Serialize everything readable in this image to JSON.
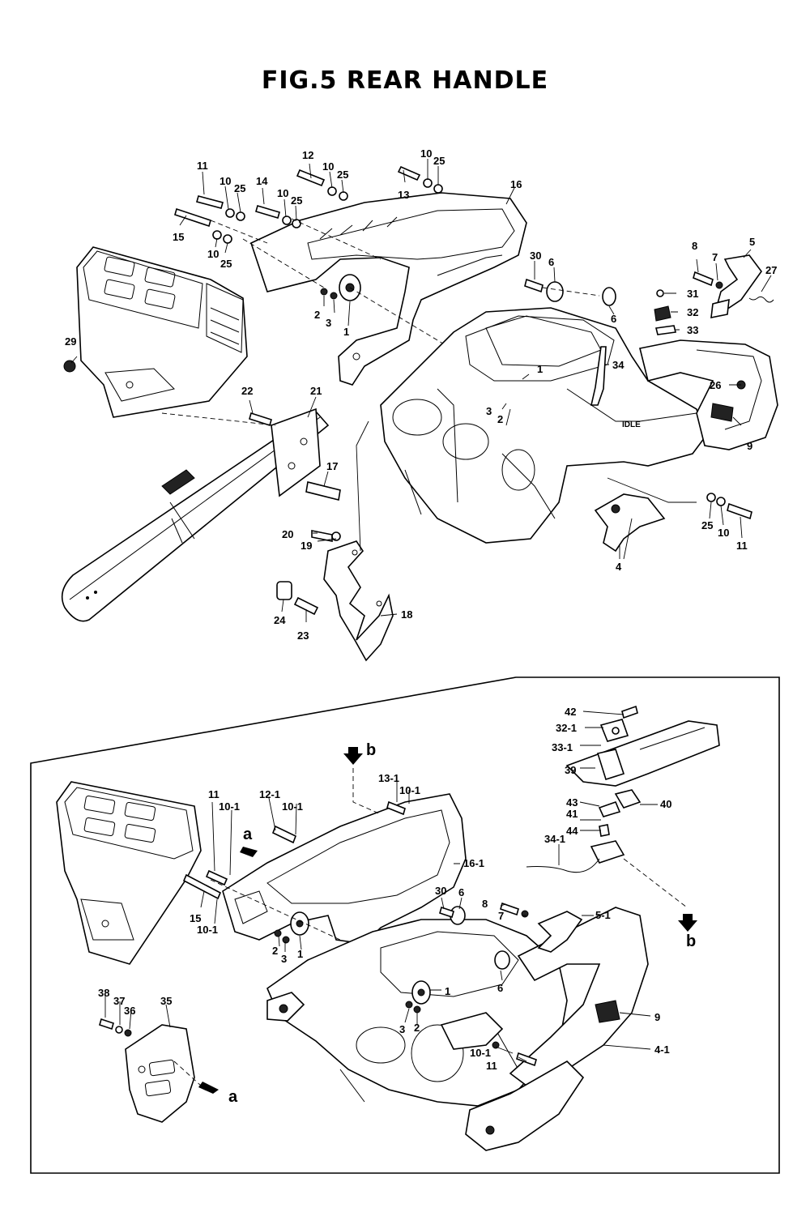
{
  "title": "FIG.5   REAR HANDLE",
  "top_callouts": [
    {
      "id": "t11a",
      "text": "11"
    },
    {
      "id": "t10a",
      "text": "10"
    },
    {
      "id": "t25a",
      "text": "25"
    },
    {
      "id": "t12",
      "text": "12"
    },
    {
      "id": "t10b",
      "text": "10"
    },
    {
      "id": "t25b",
      "text": "25"
    },
    {
      "id": "t14",
      "text": "14"
    },
    {
      "id": "t10c",
      "text": "10"
    },
    {
      "id": "t25c",
      "text": "25"
    },
    {
      "id": "t13",
      "text": "13"
    },
    {
      "id": "t10d",
      "text": "10"
    },
    {
      "id": "t25d",
      "text": "25"
    },
    {
      "id": "t16",
      "text": "16"
    },
    {
      "id": "t15",
      "text": "15"
    },
    {
      "id": "t10e",
      "text": "10"
    },
    {
      "id": "t25e",
      "text": "25"
    },
    {
      "id": "t2a",
      "text": "2"
    },
    {
      "id": "t3a",
      "text": "3"
    },
    {
      "id": "t1a",
      "text": "1"
    },
    {
      "id": "t30",
      "text": "30"
    },
    {
      "id": "t6a",
      "text": "6"
    },
    {
      "id": "t6b",
      "text": "6"
    },
    {
      "id": "t8",
      "text": "8"
    },
    {
      "id": "t7",
      "text": "7"
    },
    {
      "id": "t5",
      "text": "5"
    },
    {
      "id": "t27",
      "text": "27"
    },
    {
      "id": "t31",
      "text": "31"
    },
    {
      "id": "t32",
      "text": "32"
    },
    {
      "id": "t33",
      "text": "33"
    },
    {
      "id": "t34",
      "text": "34"
    },
    {
      "id": "t1b",
      "text": "1"
    },
    {
      "id": "t3b",
      "text": "3"
    },
    {
      "id": "t2b",
      "text": "2"
    },
    {
      "id": "t26",
      "text": "26"
    },
    {
      "id": "t9",
      "text": "9"
    },
    {
      "id": "t29",
      "text": "29"
    },
    {
      "id": "t22",
      "text": "22"
    },
    {
      "id": "t21",
      "text": "21"
    },
    {
      "id": "t17",
      "text": "17"
    },
    {
      "id": "t20",
      "text": "20"
    },
    {
      "id": "t19",
      "text": "19"
    },
    {
      "id": "t18",
      "text": "18"
    },
    {
      "id": "t24",
      "text": "24"
    },
    {
      "id": "t23",
      "text": "23"
    },
    {
      "id": "t4",
      "text": "4"
    },
    {
      "id": "t25f",
      "text": "25"
    },
    {
      "id": "t10f",
      "text": "10"
    },
    {
      "id": "t11b",
      "text": "11"
    }
  ],
  "bottom_callouts": [
    {
      "id": "b42",
      "text": "42"
    },
    {
      "id": "b321",
      "text": "32-1"
    },
    {
      "id": "b331",
      "text": "33-1"
    },
    {
      "id": "b39",
      "text": "39"
    },
    {
      "id": "b43",
      "text": "43"
    },
    {
      "id": "b41",
      "text": "41"
    },
    {
      "id": "b44",
      "text": "44"
    },
    {
      "id": "b40",
      "text": "40"
    },
    {
      "id": "b341",
      "text": "34-1"
    },
    {
      "id": "bb1",
      "text": "b"
    },
    {
      "id": "bb2",
      "text": "b"
    },
    {
      "id": "b131",
      "text": "13-1"
    },
    {
      "id": "b101a",
      "text": "10-1"
    },
    {
      "id": "b121",
      "text": "12-1"
    },
    {
      "id": "b101b",
      "text": "10-1"
    },
    {
      "id": "b11a",
      "text": "11"
    },
    {
      "id": "b101c",
      "text": "10-1"
    },
    {
      "id": "ba1",
      "text": "a"
    },
    {
      "id": "b161",
      "text": "16-1"
    },
    {
      "id": "b15",
      "text": "15"
    },
    {
      "id": "b101d",
      "text": "10-1"
    },
    {
      "id": "b30",
      "text": "30"
    },
    {
      "id": "b6a",
      "text": "6"
    },
    {
      "id": "b8",
      "text": "8"
    },
    {
      "id": "b7",
      "text": "7"
    },
    {
      "id": "b51",
      "text": "5-1"
    },
    {
      "id": "b2a",
      "text": "2"
    },
    {
      "id": "b3a",
      "text": "3"
    },
    {
      "id": "b1a",
      "text": "1"
    },
    {
      "id": "b1b",
      "text": "1"
    },
    {
      "id": "b6b",
      "text": "6"
    },
    {
      "id": "b38",
      "text": "38"
    },
    {
      "id": "b37",
      "text": "37"
    },
    {
      "id": "b36",
      "text": "36"
    },
    {
      "id": "b35",
      "text": "35"
    },
    {
      "id": "b3b",
      "text": "3"
    },
    {
      "id": "b2b",
      "text": "2"
    },
    {
      "id": "b9",
      "text": "9"
    },
    {
      "id": "b41b",
      "text": "4-1"
    },
    {
      "id": "b101e",
      "text": "10-1"
    },
    {
      "id": "b11b",
      "text": "11"
    },
    {
      "id": "ba2",
      "text": "a"
    }
  ],
  "markings": {
    "idle_text": "IDLE"
  }
}
